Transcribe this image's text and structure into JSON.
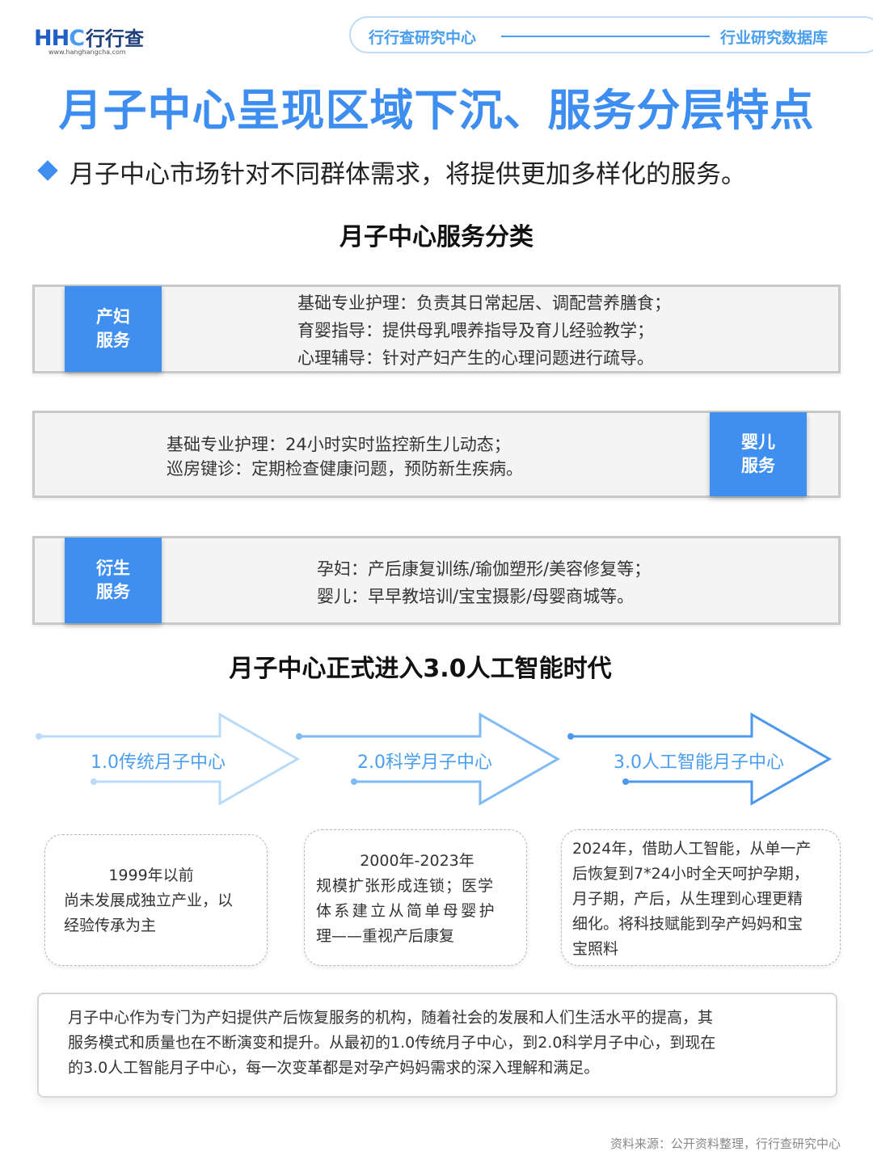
{
  "header": {
    "logo_mark_1": "HH",
    "logo_mark_2": "C",
    "logo_cn": "行行查",
    "logo_url": "www.hanghangcha.com",
    "left_label": "行行查研究中心",
    "right_label": "行业研究数据库"
  },
  "title": "月子中心呈现区域下沉、服务分层特点",
  "subtitle": "月子中心市场针对不同群体需求，将提供更加多样化的服务。",
  "services": {
    "heading": "月子中心服务分类",
    "maternal": {
      "tag_line1": "产妇",
      "tag_line2": "服务",
      "lines": [
        "基础专业护理：负责其日常起居、调配营养膳食；",
        "育婴指导：提供母乳喂养指导及育儿经验教学；",
        "心理辅导：针对产妇产生的心理问题进行疏导。"
      ]
    },
    "infant": {
      "tag_line1": "婴儿",
      "tag_line2": "服务",
      "lines": [
        "基础专业护理：24小时实时监控新生儿动态；",
        "巡房键诊：定期检查健康问题，预防新生疾病。"
      ]
    },
    "derivative": {
      "tag_line1": "衍生",
      "tag_line2": "服务",
      "lines": [
        "孕妇：产后康复训练/瑜伽塑形/美容修复等；",
        "婴儿：早早教培训/宝宝摄影/母婴商城等。"
      ]
    }
  },
  "eras": {
    "heading": "月子中心正式进入3.0人工智能时代",
    "items": [
      {
        "label": "1.0传统月子中心",
        "lines": [
          "1999年以前",
          "尚未发展成独立产业，以",
          "经验传承为主"
        ]
      },
      {
        "label": "2.0科学月子中心",
        "lines": [
          "2000年-2023年",
          "规模扩张形成连锁；医学",
          "体系建立从简单母婴护",
          "理——重视产后康复"
        ]
      },
      {
        "label": "3.0人工智能月子中心",
        "lines": [
          "2024年，借助人工智能，从单一产",
          "后恢复到7*24小时全天呵护孕期，",
          "月子期，产后，从生理到心理更精",
          "细化。将科技赋能到孕产妈妈和宝",
          "宝照料"
        ]
      }
    ],
    "arrow_colors": [
      "#b9dbf8",
      "#7fbaf4",
      "#4d98ee"
    ]
  },
  "summary": {
    "lines": [
      "月子中心作为专门为产妇提供产后恢复服务的机构，随着社会的发展和人们生活水平的提高，其",
      "服务模式和质量也在不断演变和提升。从最初的1.0传统月子中心，到2.0科学月子中心，到现在",
      "的3.0人工智能月子中心，每一次变革都是对孕产妈妈需求的深入理解和满足。"
    ]
  },
  "source": "资料来源：公开资料整理，行行查研究中心",
  "colors": {
    "accent": "#3d8ef0",
    "tag": "#3f8ff0"
  }
}
